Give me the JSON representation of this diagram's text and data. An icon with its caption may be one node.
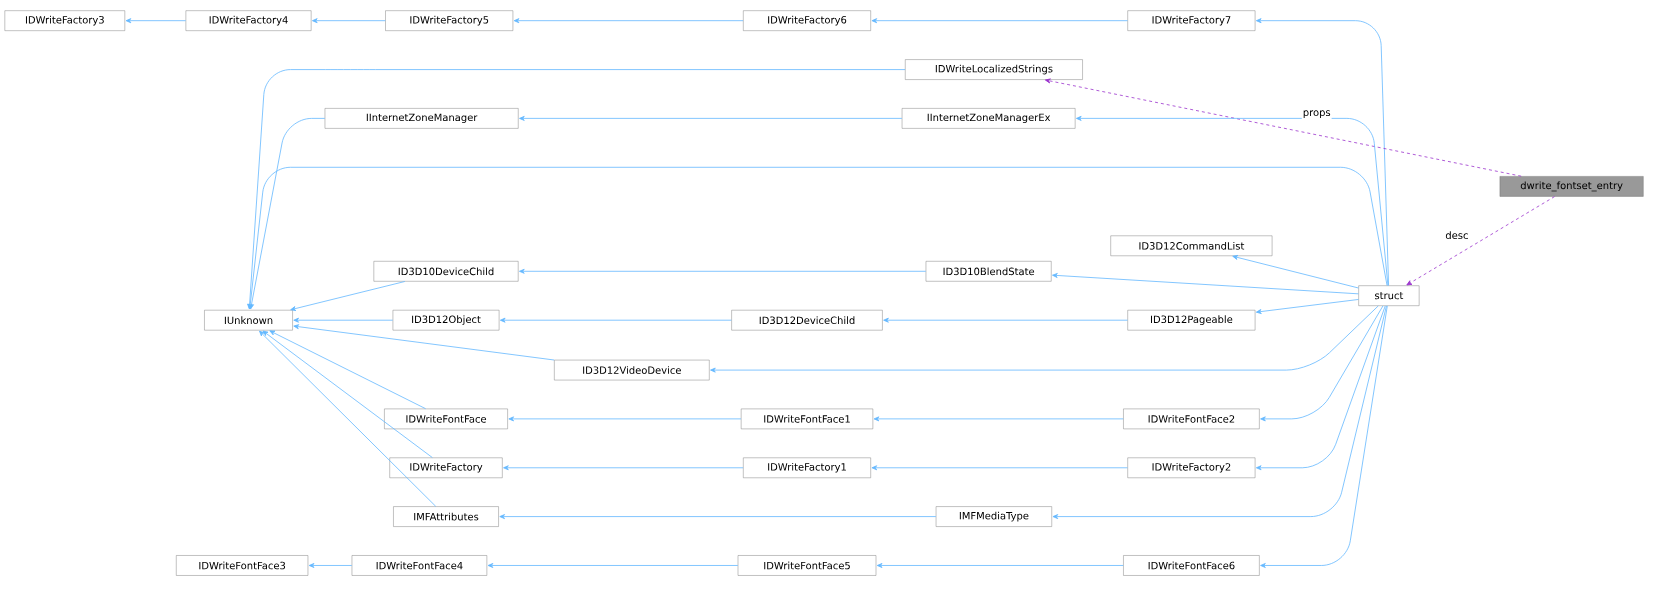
{
  "diagram": {
    "nodes": [
      {
        "text": [
          "IDWriteFactory3"
        ]
      },
      {
        "text": [
          "IDWriteFactory4"
        ]
      },
      {
        "text": [
          "IDWriteFactory5"
        ]
      },
      {
        "text": [
          "IDWriteFactory6"
        ]
      },
      {
        "text": [
          "IDWriteFactory7"
        ]
      },
      {
        "text": [
          "IDWriteLocalizedStrings"
        ]
      },
      {
        "text": [
          "IInternetZoneManager"
        ]
      },
      {
        "text": [
          "IInternetZoneManagerEx"
        ]
      },
      {
        "text": [
          "dwrite_fontset_entry"
        ]
      },
      {
        "text": [
          "ID3D12CommandList"
        ]
      },
      {
        "text": [
          "ID3D10DeviceChild"
        ]
      },
      {
        "text": [
          "ID3D10BlendState"
        ]
      },
      {
        "text": [
          "IUnknown"
        ]
      },
      {
        "text": [
          "struct"
        ]
      },
      {
        "text": [
          "ID3D12Object"
        ]
      },
      {
        "text": [
          "ID3D12DeviceChild"
        ]
      },
      {
        "text": [
          "ID3D12Pageable"
        ]
      },
      {
        "text": [
          "ID3D12VideoDevice"
        ]
      },
      {
        "text": [
          "IDWriteFontFace"
        ]
      },
      {
        "text": [
          "IDWriteFontFace1"
        ]
      },
      {
        "text": [
          "IDWriteFontFace2"
        ]
      },
      {
        "text": [
          "IDWriteFactory"
        ]
      },
      {
        "text": [
          "IDWriteFactory1"
        ]
      },
      {
        "text": [
          "IDWriteFactory2"
        ]
      },
      {
        "text": [
          "IMFAttributes"
        ]
      },
      {
        "text": [
          "IMFMediaType"
        ]
      },
      {
        "text": [
          "IDWriteFontFace3"
        ]
      },
      {
        "text": [
          "IDWriteFontFace4"
        ]
      },
      {
        "text": [
          "IDWriteFontFace5"
        ]
      },
      {
        "text": [
          "IDWriteFontFace6"
        ]
      }
    ],
    "edges": [
      {
        "from": 1,
        "to": 0,
        "arrow": "to"
      },
      {
        "from": 2,
        "to": 1,
        "arrow": "to"
      },
      {
        "from": 3,
        "to": 2,
        "arrow": "to"
      },
      {
        "from": 4,
        "to": 3,
        "arrow": "to"
      },
      {
        "from": 13,
        "to": 4,
        "arrow": "to"
      },
      {
        "from": 5,
        "to": 12,
        "arrow": "to"
      },
      {
        "from": 8,
        "to": 5,
        "arrow": "to",
        "label": "props",
        "style": "dashed",
        "color": "#9a32cd"
      },
      {
        "from": 6,
        "to": 12,
        "arrow": "to"
      },
      {
        "from": 7,
        "to": 6,
        "arrow": "to"
      },
      {
        "from": 13,
        "to": 7,
        "arrow": "to"
      },
      {
        "from": 13,
        "to": 12,
        "arrow": "to"
      },
      {
        "from": 13,
        "to": 9,
        "arrow": "to"
      },
      {
        "from": 10,
        "to": 12,
        "arrow": "to"
      },
      {
        "from": 11,
        "to": 10,
        "arrow": "to"
      },
      {
        "from": 13,
        "to": 11,
        "arrow": "to"
      },
      {
        "from": 14,
        "to": 12,
        "arrow": "to"
      },
      {
        "from": 15,
        "to": 14,
        "arrow": "to"
      },
      {
        "from": 16,
        "to": 15,
        "arrow": "to"
      },
      {
        "from": 13,
        "to": 16,
        "arrow": "to"
      },
      {
        "from": 17,
        "to": 12,
        "arrow": "to"
      },
      {
        "from": 13,
        "to": 17,
        "arrow": "to"
      },
      {
        "from": 18,
        "to": 12,
        "arrow": "to"
      },
      {
        "from": 19,
        "to": 18,
        "arrow": "to"
      },
      {
        "from": 20,
        "to": 19,
        "arrow": "to"
      },
      {
        "from": 13,
        "to": 20,
        "arrow": "to"
      },
      {
        "from": 21,
        "to": 12,
        "arrow": "to"
      },
      {
        "from": 22,
        "to": 21,
        "arrow": "to"
      },
      {
        "from": 23,
        "to": 22,
        "arrow": "to"
      },
      {
        "from": 13,
        "to": 23,
        "arrow": "to"
      },
      {
        "from": 24,
        "to": 12,
        "arrow": "to"
      },
      {
        "from": 25,
        "to": 24,
        "arrow": "to"
      },
      {
        "from": 13,
        "to": 25,
        "arrow": "to"
      },
      {
        "from": 27,
        "to": 26,
        "arrow": "to"
      },
      {
        "from": 28,
        "to": 27,
        "arrow": "to"
      },
      {
        "from": 29,
        "to": 28,
        "arrow": "to"
      },
      {
        "from": 13,
        "to": 29,
        "arrow": "to"
      },
      {
        "from": 8,
        "to": 13,
        "arrow": "to",
        "label": "desc",
        "style": "dashed",
        "color": "#9a32cd"
      }
    ]
  }
}
